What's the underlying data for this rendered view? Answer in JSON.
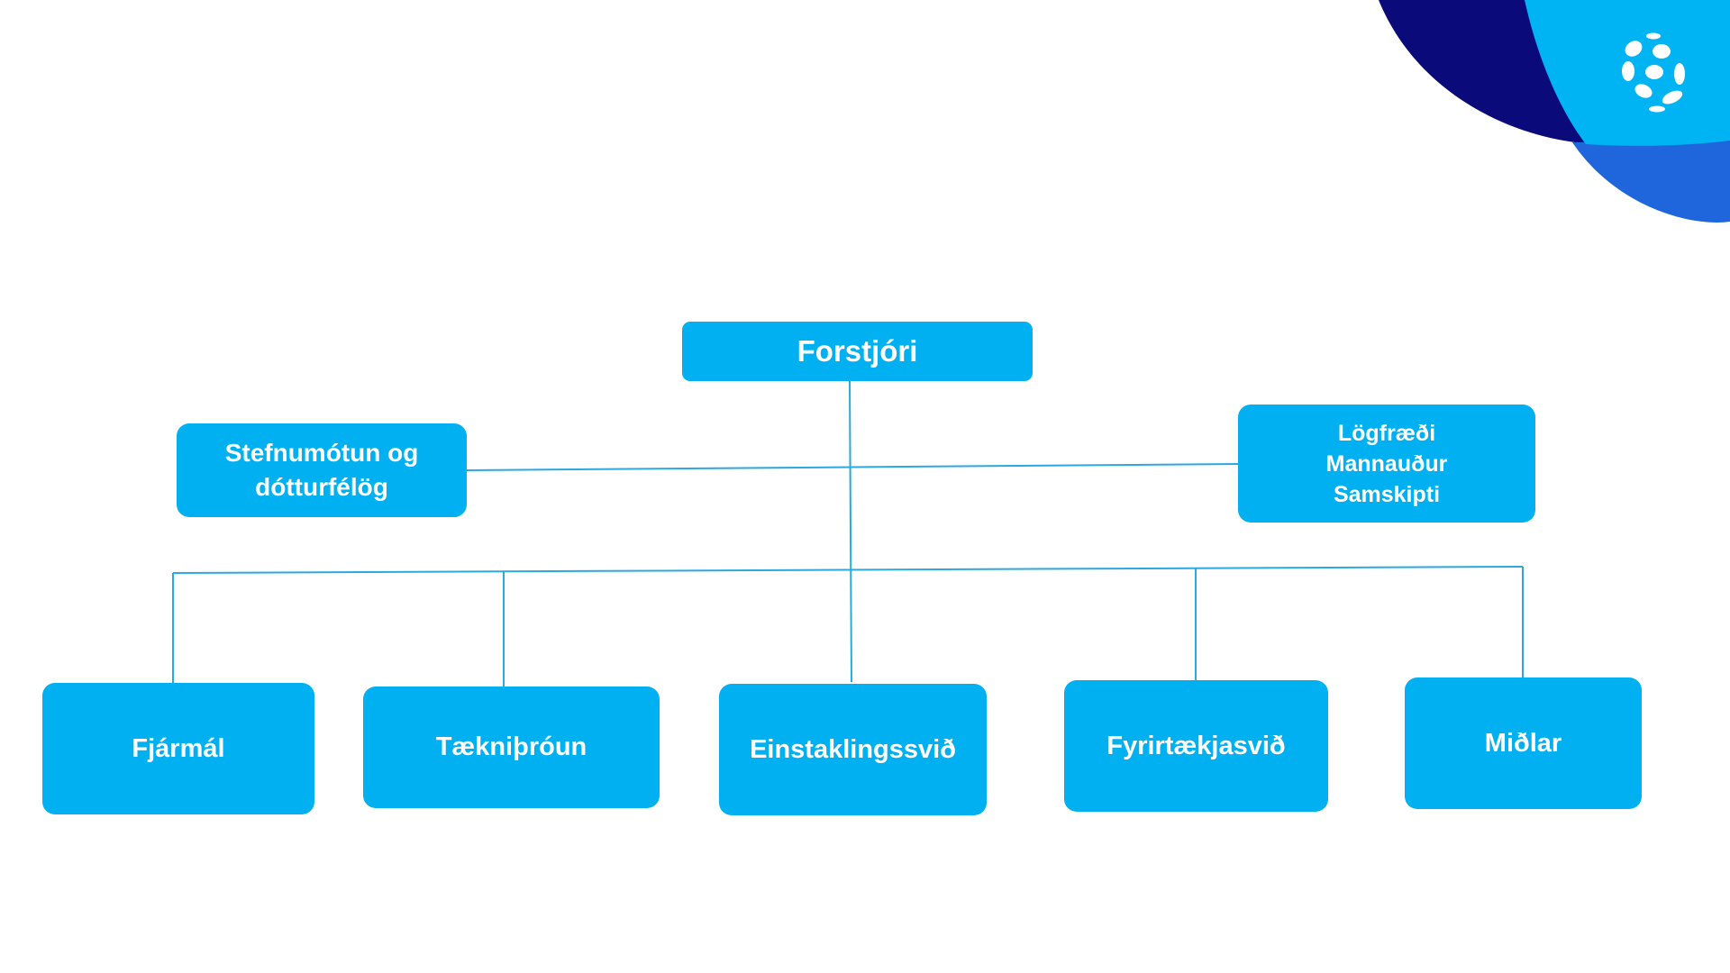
{
  "colors": {
    "box": "#00b0f0",
    "line": "#2aa8e0",
    "text": "#ffffff",
    "corner_dark": "#0b0a7a",
    "corner_light": "#00b4f4",
    "corner_mid": "#1f66dc"
  },
  "org": {
    "ceo": "Forstjóri",
    "strategy": [
      "Stefnumótun og",
      "dótturfélög"
    ],
    "staff": [
      "Lögfræði",
      "Mannauður",
      "Samskipti"
    ],
    "divisions": [
      "Fjármál",
      "Tækniþróun",
      "Einstaklingssvið",
      "Fyrirtækjasvið",
      "Miðlar"
    ]
  },
  "logo": {
    "icon": "dotted-circle-logo-icon"
  }
}
